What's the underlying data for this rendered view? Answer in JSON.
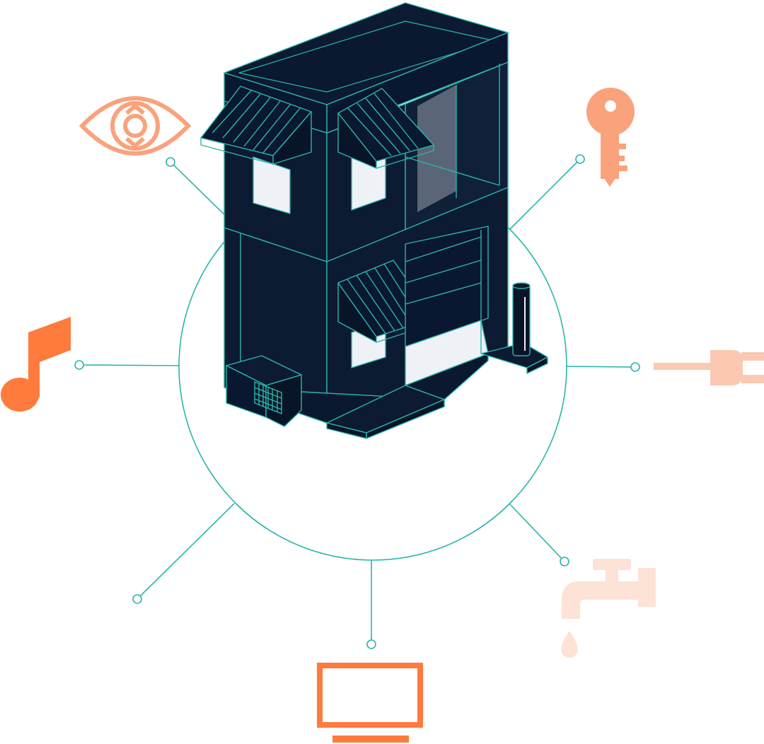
{
  "colors": {
    "background": "#ffffff",
    "line": "#2bb5a9",
    "building_fill": "#0c1a32",
    "building_dark": "#081428",
    "window": "#eef1f5",
    "orange_strong": "#ff7a3d",
    "orange_mid": "#f9a27c",
    "orange_light": "#fbc8b1",
    "orange_faint": "#fde2d6"
  },
  "icons": [
    {
      "name": "eye-icon",
      "color_key": "orange_mid"
    },
    {
      "name": "key-icon",
      "color_key": "orange_mid"
    },
    {
      "name": "music-note-icon",
      "color_key": "orange_strong"
    },
    {
      "name": "plug-icon",
      "color_key": "orange_light"
    },
    {
      "name": "faucet-icon",
      "color_key": "orange_faint"
    },
    {
      "name": "monitor-icon",
      "color_key": "orange_strong"
    }
  ]
}
